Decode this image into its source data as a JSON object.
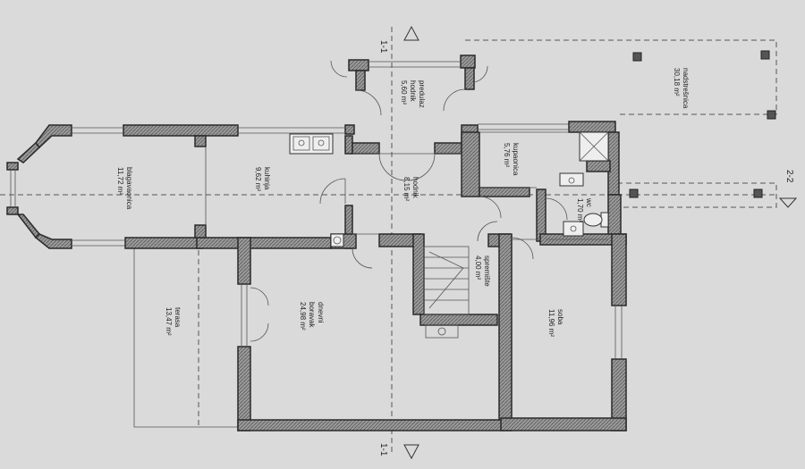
{
  "section_marks": {
    "top_a": "1-1",
    "bottom_a": "1-1",
    "right_b": "2-2"
  },
  "rooms": {
    "blagavaonica": {
      "name": "blagavaonica",
      "area": "11,72 m²"
    },
    "kuhinja": {
      "name": "kuhinja",
      "area": "9,62 m²"
    },
    "predulaz": {
      "name": "predulaz",
      "name2": "hodnik",
      "area": "5,60 m²"
    },
    "hodnik": {
      "name": "hodnik",
      "area": "8,15 m²"
    },
    "kupaonica": {
      "name": "kupaonica",
      "area": "5,76 m²"
    },
    "wc": {
      "name": "wc",
      "area": "1,70 m²"
    },
    "nadstresnica": {
      "name": "nadstrešnica",
      "area": "30,18 m²"
    },
    "terasa": {
      "name": "terasa",
      "area": "13,47 m²"
    },
    "dnevni": {
      "name": "dnevni",
      "name2": "boravak",
      "area": "24,98 m²"
    },
    "spremiste": {
      "name": "spremište",
      "area": "4,00 m²"
    },
    "soba": {
      "name": "soba",
      "area": "11,96 m²"
    }
  }
}
